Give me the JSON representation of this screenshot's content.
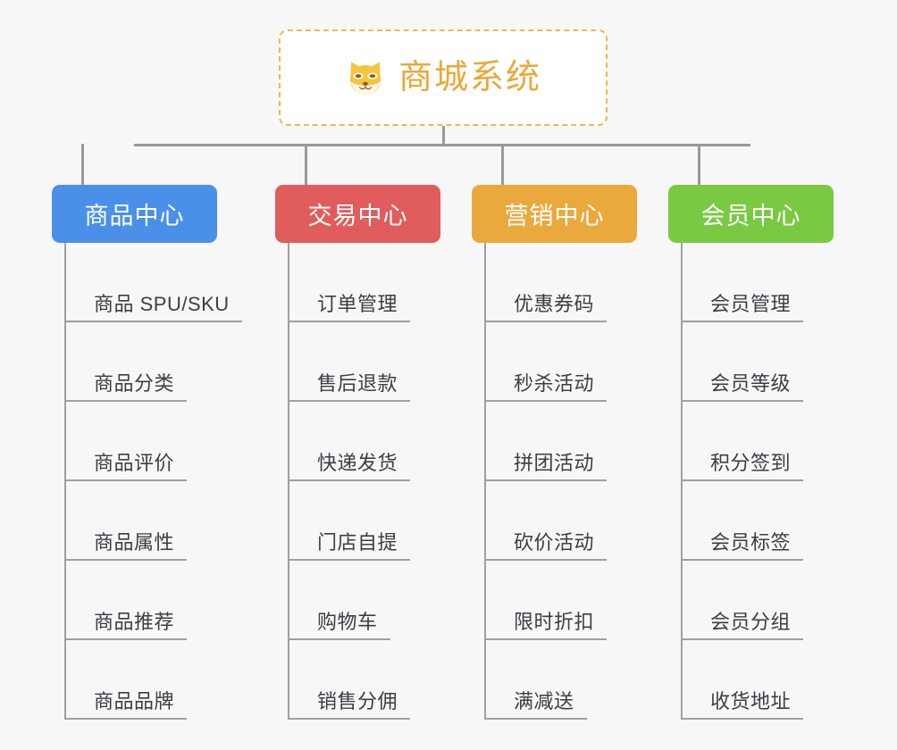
{
  "background_color": "#f7f7f7",
  "root": {
    "icon": "shiba-dog-face-icon",
    "title": "商城系统",
    "title_color": "#e8a93a",
    "border_color": "#f0b849",
    "background": "#ffffff"
  },
  "connector_color": "#999999",
  "columns": [
    {
      "id": "product-center",
      "label": "商品中心",
      "color": "#4a90e8",
      "items": [
        "商品 SPU/SKU",
        "商品分类",
        "商品评价",
        "商品属性",
        "商品推荐",
        "商品品牌"
      ]
    },
    {
      "id": "trade-center",
      "label": "交易中心",
      "color": "#e15c5c",
      "items": [
        "订单管理",
        "售后退款",
        "快递发货",
        "门店自提",
        "购物车",
        "销售分佣"
      ]
    },
    {
      "id": "marketing-center",
      "label": "营销中心",
      "color": "#eaa93c",
      "items": [
        "优惠券码",
        "秒杀活动",
        "拼团活动",
        "砍价活动",
        "限时折扣",
        "满减送"
      ]
    },
    {
      "id": "member-center",
      "label": "会员中心",
      "color": "#7ac943",
      "items": [
        "会员管理",
        "会员等级",
        "积分签到",
        "会员标签",
        "会员分组",
        "收货地址"
      ]
    }
  ]
}
